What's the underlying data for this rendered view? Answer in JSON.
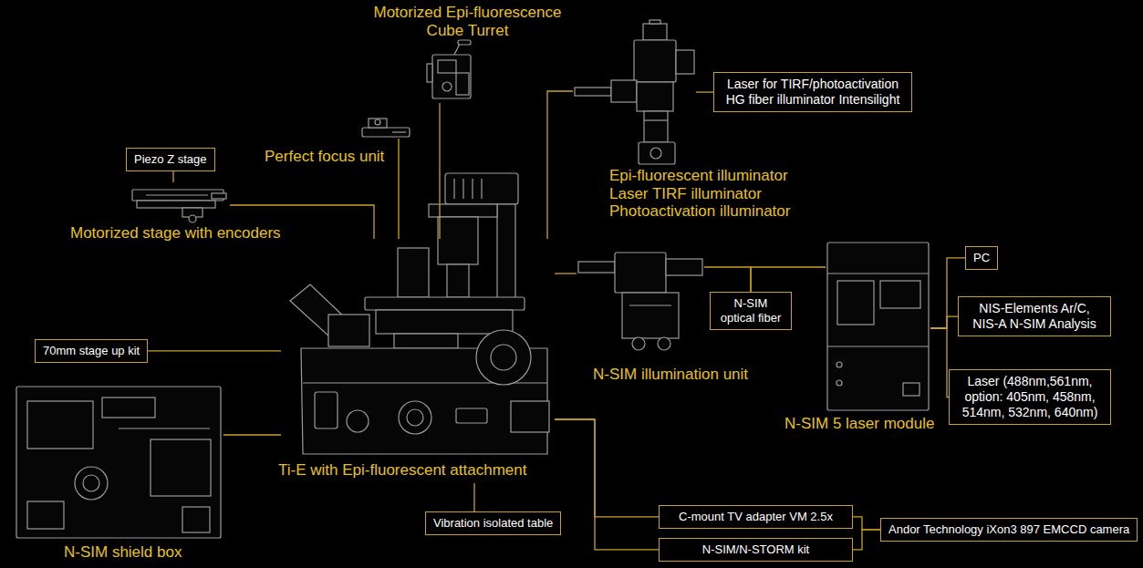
{
  "diagram": {
    "nodes": [
      {
        "text": [
          "Motorized Epi-fluorescence Cube Turret"
        ]
      },
      {
        "text": [
          "Laser for TIRF/photoactivation HG fiber illuminator Intensilight"
        ]
      },
      {
        "text": [
          "Epi-fluorescent illuminator",
          "Laser TIRF illuminator",
          "Photoactivation illuminator"
        ]
      },
      {
        "text": [
          "Perfect focus unit"
        ]
      },
      {
        "text": [
          "Piezo Z stage"
        ]
      },
      {
        "text": [
          "Motorized stage with encoders"
        ]
      },
      {
        "text": [
          "70mm stage up kit"
        ]
      },
      {
        "text": [
          "Ti-E with Epi-fluorescent attachment"
        ]
      },
      {
        "text": [
          "N-SIM optical fiber"
        ]
      },
      {
        "text": [
          "N-SIM illumination unit"
        ]
      },
      {
        "text": [
          "N-SIM 5 laser module"
        ]
      },
      {
        "text": [
          "PC"
        ]
      },
      {
        "text": [
          "NIS-Elements Ar/C, NIS-A N-SIM Analysis"
        ]
      },
      {
        "text": [
          "Laser (488nm,561nm, option: 405nm, 458nm, 514nm, 532nm, 640nm)"
        ]
      },
      {
        "text": [
          "N-SIM shield box"
        ]
      },
      {
        "text": [
          "Vibration isolated table"
        ]
      },
      {
        "text": [
          "C-mount TV adapter VM 2.5x"
        ]
      },
      {
        "text": [
          "N-SIM/N-STORM kit"
        ]
      },
      {
        "text": [
          "Andor Technology iXon3 897 EMCCD camera"
        ]
      }
    ],
    "edges": [
      {
        "from": 0,
        "to": 7,
        "arrow": "none"
      },
      {
        "from": 1,
        "to": 2,
        "arrow": "none"
      },
      {
        "from": 2,
        "to": 7,
        "arrow": "none"
      },
      {
        "from": 3,
        "to": 7,
        "arrow": "none"
      },
      {
        "from": 4,
        "to": 5,
        "arrow": "none"
      },
      {
        "from": 5,
        "to": 7,
        "arrow": "none"
      },
      {
        "from": 6,
        "to": 7,
        "arrow": "none"
      },
      {
        "from": 7,
        "to": 9,
        "arrow": "none"
      },
      {
        "from": 9,
        "to": 8,
        "arrow": "none"
      },
      {
        "from": 8,
        "to": 10,
        "arrow": "none"
      },
      {
        "from": 10,
        "to": 11,
        "arrow": "none"
      },
      {
        "from": 10,
        "to": 12,
        "arrow": "none"
      },
      {
        "from": 10,
        "to": 13,
        "arrow": "none"
      },
      {
        "from": 14,
        "to": 7,
        "arrow": "none"
      },
      {
        "from": 7,
        "to": 15,
        "arrow": "none"
      },
      {
        "from": 7,
        "to": 16,
        "arrow": "none"
      },
      {
        "from": 7,
        "to": 17,
        "arrow": "none"
      },
      {
        "from": 16,
        "to": 18,
        "arrow": "none"
      },
      {
        "from": 17,
        "to": 18,
        "arrow": "none"
      }
    ]
  }
}
